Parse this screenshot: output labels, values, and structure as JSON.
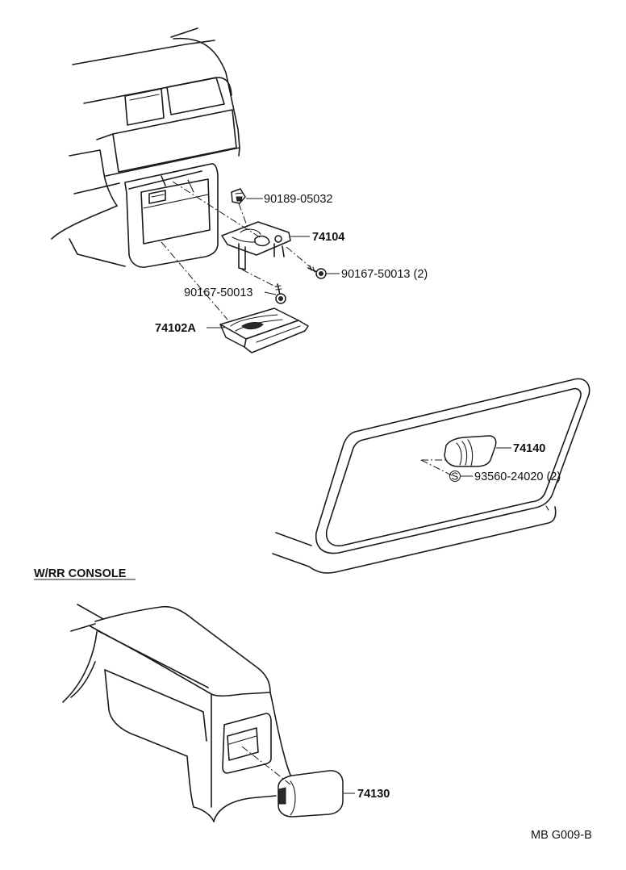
{
  "labels": {
    "p90189": "90189-05032",
    "p74104": "74104",
    "p90167a": "90167-50013 (2)",
    "p90167b": "90167-50013",
    "p74102a": "74102A",
    "p74140": "74140",
    "s_mark": "S",
    "p93560": "93560-24020 (2)",
    "console_title": "W/RR CONSOLE",
    "p74130": "74130",
    "ref_code": "MB G009-B"
  }
}
